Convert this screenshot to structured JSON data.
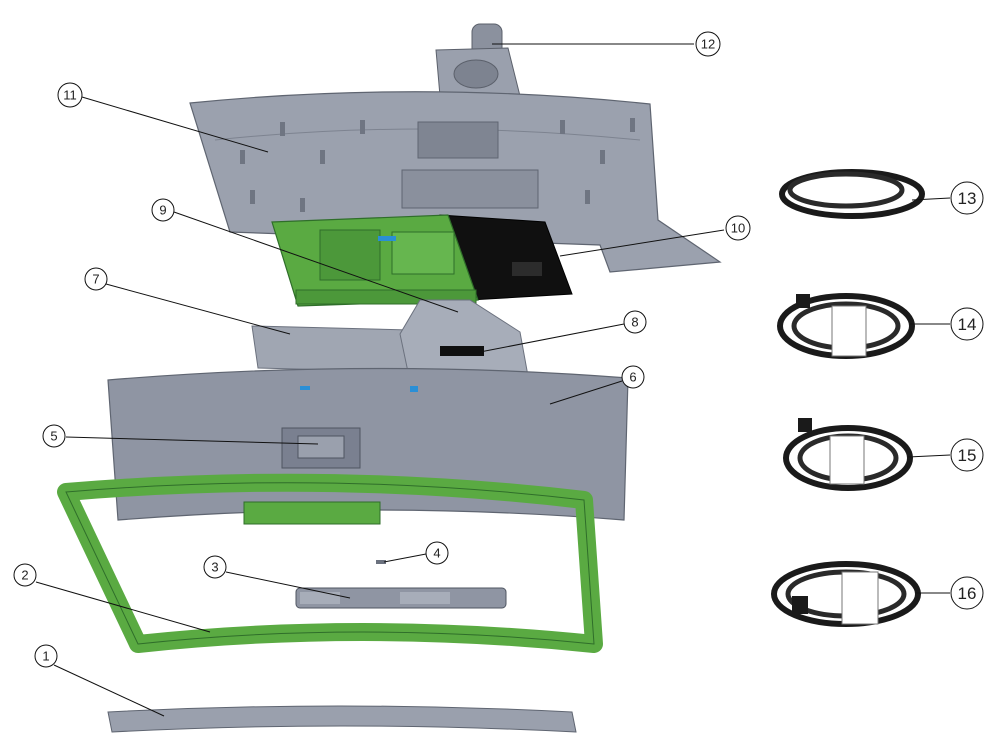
{
  "diagram": {
    "type": "exploded-view",
    "colors": {
      "panel_gray": "#8f95a3",
      "panel_dark": "#6b717e",
      "board_green": "#5aaa42",
      "board_dark": "#2f6e2a",
      "shield_black": "#101010",
      "background": "#ffffff"
    },
    "callouts": [
      {
        "label": "1",
        "part": "bottom-cover-strip"
      },
      {
        "label": "2",
        "part": "front-bezel"
      },
      {
        "label": "3",
        "part": "control-button-board"
      },
      {
        "label": "4",
        "part": "screw"
      },
      {
        "label": "5",
        "part": "stand-mount-bracket"
      },
      {
        "label": "6",
        "part": "display-panel"
      },
      {
        "label": "7",
        "part": "mylar-sheet-left"
      },
      {
        "label": "8",
        "part": "mylar-sheet-right"
      },
      {
        "label": "9",
        "part": "main-board"
      },
      {
        "label": "10",
        "part": "power-board"
      },
      {
        "label": "11",
        "part": "rear-cover"
      },
      {
        "label": "12",
        "part": "stand-hinge"
      },
      {
        "label": "13",
        "part": "power-cable"
      },
      {
        "label": "14",
        "part": "usb-cable"
      },
      {
        "label": "15",
        "part": "usb-c-cable"
      },
      {
        "label": "16",
        "part": "displayport-cable"
      }
    ]
  }
}
